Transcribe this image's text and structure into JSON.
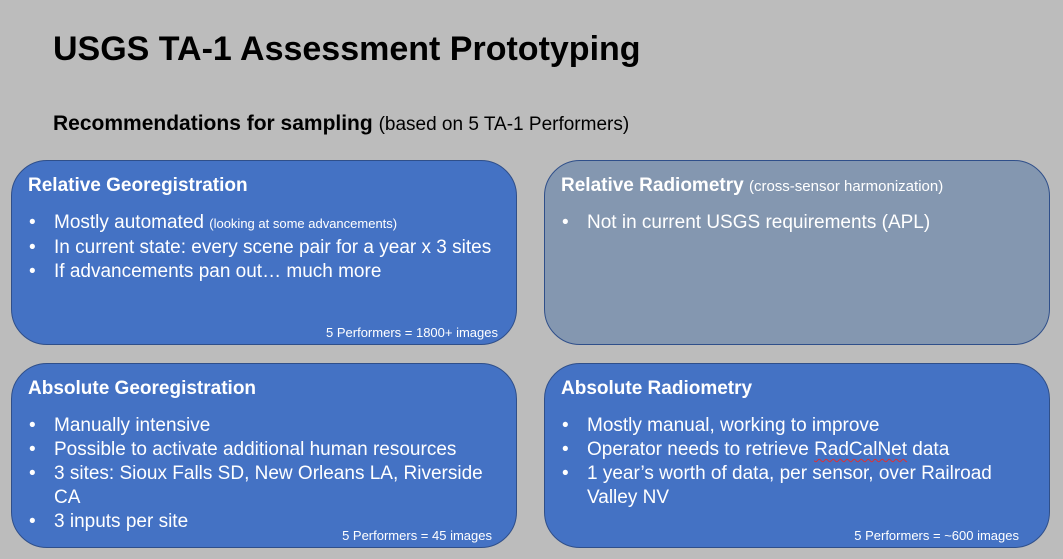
{
  "slide": {
    "title": "USGS TA-1 Assessment Prototyping",
    "subtitle_bold": "Recommendations for sampling",
    "subtitle_note": "(based on 5 TA-1 Performers)"
  },
  "boxes": {
    "relative_georegistration": {
      "title": "Relative Georegistration",
      "bullets": {
        "b1_main": "Mostly automated",
        "b1_note": "(looking at some advancements)",
        "b2": "In current state: every scene pair for a year x 3 sites",
        "b3": "If advancements pan out… much more"
      },
      "footnote": "5 Performers = 1800+ images"
    },
    "relative_radiometry": {
      "title": "Relative Radiometry",
      "title_note": "(cross-sensor harmonization)",
      "bullets": {
        "b1": "Not in current USGS requirements (APL)"
      }
    },
    "absolute_georegistration": {
      "title": "Absolute Georegistration",
      "bullets": {
        "b1": "Manually intensive",
        "b2": "Possible to activate additional human resources",
        "b3": "3 sites: Sioux Falls SD, New Orleans LA, Riverside CA",
        "b4": "3 inputs per site"
      },
      "footnote": "5 Performers = 45 images"
    },
    "absolute_radiometry": {
      "title": "Absolute Radiometry",
      "bullets": {
        "b1": "Mostly manual, working to improve",
        "b2_pre": "Operator needs to retrieve ",
        "b2_term": "RadCalNet",
        "b2_post": " data",
        "b3": "1 year’s worth of data, per sensor, over Railroad Valley NV"
      },
      "footnote": "5 Performers = ~600 images"
    }
  },
  "colors": {
    "background": "#bcbcbc",
    "box_blue": "#4472c4",
    "box_gray": "#8497b0",
    "box_border": "#2f4f8a",
    "spellcheck_underline": "#e03030"
  }
}
